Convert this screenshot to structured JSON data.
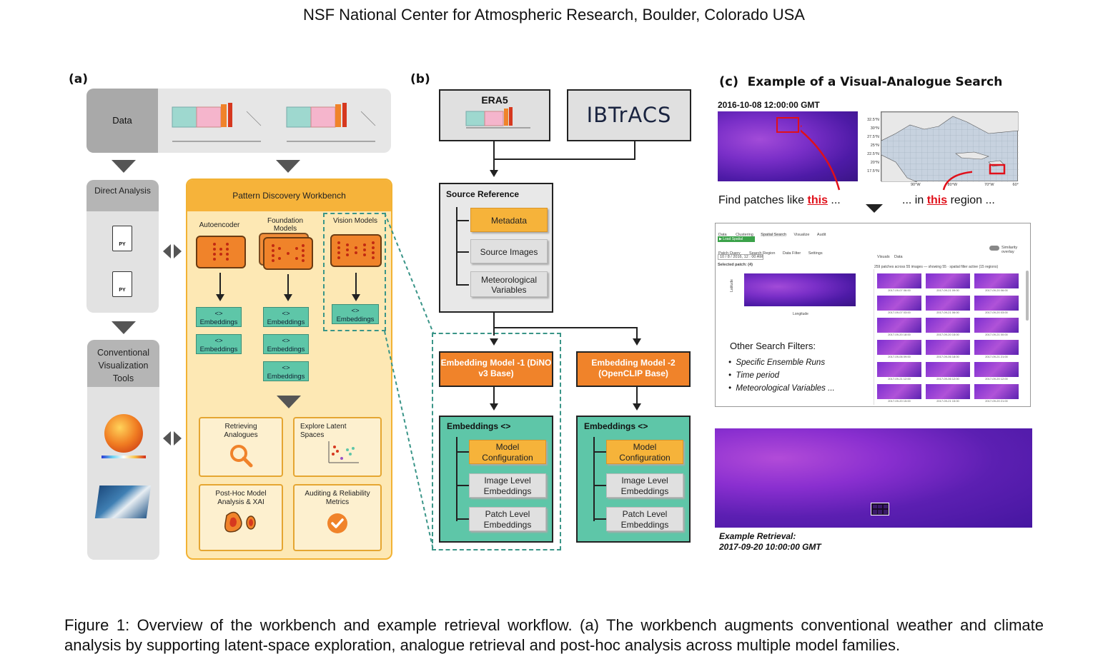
{
  "header": "NSF National Center for Atmospheric Research, Boulder, Colorado USA",
  "panel_a": {
    "label": "(a)",
    "data": "Data",
    "direct_analysis": "Direct Analysis",
    "py1": "PY",
    "py2": "PY",
    "conventional": "Conventional Visualization Tools",
    "workbench_title": "Pattern Discovery Workbench",
    "autoencoder": "Autoencoder",
    "foundation": "Foundation Models",
    "vision": "Vision Models",
    "emb_label": "<> Embeddings",
    "card1": "Retrieving Analogues",
    "card2": "Explore Latent Spaces",
    "card3": "Post-Hoc Model Analysis & XAI",
    "card4": "Auditing & Reliability Metrics"
  },
  "panel_b": {
    "label": "(b)",
    "era5": "ERA5",
    "ibtracs": "IBTrACS",
    "source_ref": "Source Reference",
    "metadata": "Metadata",
    "source_images": "Source Images",
    "met_vars": "Meteorological Variables",
    "model1": "Embedding Model -1 (DiNO v3 Base)",
    "model2": "Embedding Model -2 (OpenCLIP Base)",
    "embeddings": "Embeddings <>",
    "model_config": "Model Configuration",
    "image_level": "Image Level Embeddings",
    "patch_level": "Patch Level Embeddings"
  },
  "panel_c": {
    "label": "(c)",
    "title": "Example of a Visual-Analogue Search",
    "timestamp": "2016-10-08 12:00:00 GMT",
    "find_prefix": "Find patches like ",
    "this": "this",
    "find_suffix": " ...",
    "region_prefix": "... in ",
    "region_suffix": " region ...",
    "lat_ticks": [
      "32.5°N",
      "30°N",
      "27.5°N",
      "25°N",
      "22.5°N",
      "20°N",
      "17.5°N"
    ],
    "lon_ticks": [
      "90°W",
      "80°W",
      "70°W",
      "60°"
    ],
    "ui_tabs": [
      "Data",
      "Clustering",
      "Spatial Search",
      "Visualize",
      "Audit"
    ],
    "ui_load": "▶ Load Spatial Search",
    "ui_subtabs": [
      "Patch Query",
      "Search Region",
      "Data Filter",
      "Settings"
    ],
    "ui_toggle": "Similarity overlay",
    "ui_date": "10 / 8 / 2016, 12 : 00 AM",
    "ui_selected": "Selected patch: (4)",
    "ui_result_tabs": [
      "Visuals",
      "Data"
    ],
    "ui_results": "259 patches across 55 images — showing 55 · spatial filter active (15 regions)",
    "ui_axis_lat": "Latitude",
    "ui_axis_lon": "Longitude",
    "filters_title": "Other Search Filters:",
    "filters": [
      "Specific Ensemble Runs",
      "Time period",
      "Meteorological Variables ..."
    ],
    "thumb_dates": [
      "2017-09-07 06:00",
      "2017-09-21 09:00",
      "2017-09-20 06:00",
      "2017-09-07 03:00",
      "2017-09-21 06:00",
      "2017-09-20 03:00",
      "2017-09-20 18:00",
      "2017-09-20 15:00",
      "2017-09-21 00:00",
      "2017-09-06 09:00",
      "2017-09-06 18:00",
      "2017-09-21 21:00",
      "2017-09-21 12:00",
      "2017-09-06 12:00",
      "2017-09-20 12:00",
      "2017-09-20 15:00",
      "2017-09-21 15:00",
      "2017-09-20 21:00"
    ],
    "retrieval_label": "Example Retrieval:",
    "retrieval_time": "2017-09-20 10:00:00 GMT"
  },
  "caption": "Figure 1: Overview of the workbench and example retrieval workflow. (a) The workbench augments conventional weather and climate analysis by supporting latent-space exploration, analogue retrieval and post-hoc analysis across multiple model families."
}
